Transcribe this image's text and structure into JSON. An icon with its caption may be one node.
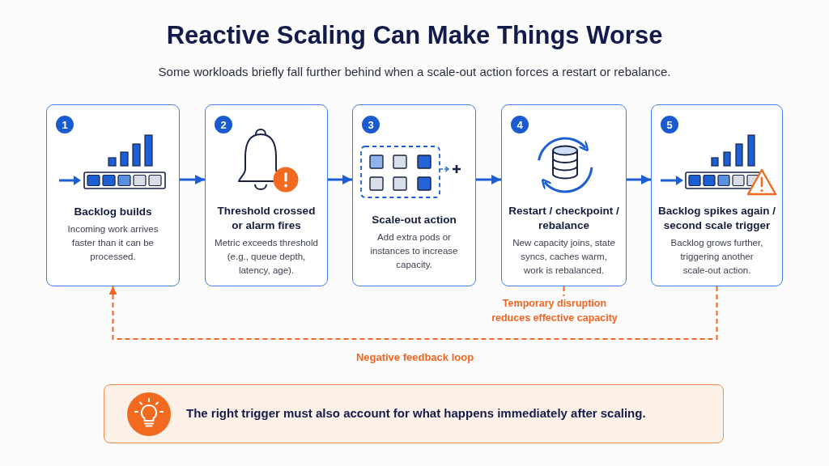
{
  "diagram": {
    "title": "Reactive Scaling Can Make Things Worse",
    "nodes": [
      {
        "text": [
          "1",
          "Backlog builds",
          "Incoming work arrives faster than it can be processed."
        ]
      },
      {
        "text": [
          "2",
          "Threshold crossed or alarm fires",
          "Metric exceeds threshold (e.g., queue depth, latency, age)."
        ]
      },
      {
        "text": [
          "3",
          "Scale-out action",
          "Add extra pods or instances to increase capacity."
        ]
      },
      {
        "text": [
          "4",
          "Restart / checkpoint / rebalance",
          "New capacity joins, state syncs, caches warm, work is rebalanced."
        ]
      },
      {
        "text": [
          "5",
          "Backlog spikes again / second scale trigger",
          "Backlog grows further, triggering another scale-out action."
        ]
      },
      {
        "text": [
          "Temporary disruption reduces effective capacity"
        ]
      },
      {
        "text": [
          "The right trigger must also account for what happens immediately after scaling."
        ]
      }
    ],
    "edges": [
      {
        "from": 0,
        "to": 1,
        "arrow": "to"
      },
      {
        "from": 1,
        "to": 2,
        "arrow": "to"
      },
      {
        "from": 2,
        "to": 3,
        "arrow": "to"
      },
      {
        "from": 3,
        "to": 4,
        "arrow": "to"
      },
      {
        "from": 3,
        "to": 5,
        "arrow": "none",
        "style": "dashed",
        "color": "#f26522"
      },
      {
        "from": 4,
        "to": 0,
        "arrow": "to",
        "label": "Negative feedback loop",
        "style": "dashed",
        "color": "#f26522"
      }
    ],
    "labels": [
      "Some workloads briefly fall further behind when a scale-out action forces a restart or rebalance."
    ]
  }
}
